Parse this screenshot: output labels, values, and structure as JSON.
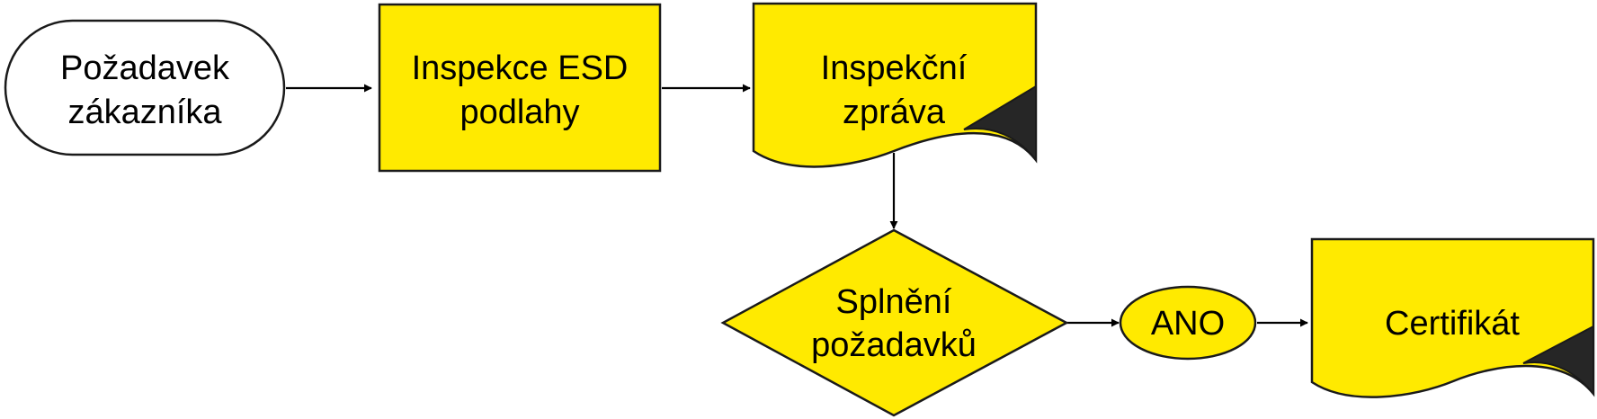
{
  "colors": {
    "process_fill": "#FFEA00",
    "terminal_fill": "#FFFFFF",
    "outline": "#1a1a1a",
    "fold": "#262626"
  },
  "nodes": {
    "request": {
      "line1": "Požadavek",
      "line2": "zákazníka",
      "shape": "terminator"
    },
    "inspection": {
      "line1": "Inspekce ESD",
      "line2": "podlahy",
      "shape": "process"
    },
    "report": {
      "line1": "Inspekční",
      "line2": "zpráva",
      "shape": "document"
    },
    "decision": {
      "line1": "Splnění",
      "line2": "požadavků",
      "shape": "decision"
    },
    "yes": {
      "label": "ANO",
      "shape": "ellipse"
    },
    "certificate": {
      "label": "Certifikát",
      "shape": "document"
    }
  },
  "edges": [
    {
      "from": "request",
      "to": "inspection"
    },
    {
      "from": "inspection",
      "to": "report"
    },
    {
      "from": "report",
      "to": "decision"
    },
    {
      "from": "decision",
      "to": "yes"
    },
    {
      "from": "yes",
      "to": "certificate"
    }
  ]
}
